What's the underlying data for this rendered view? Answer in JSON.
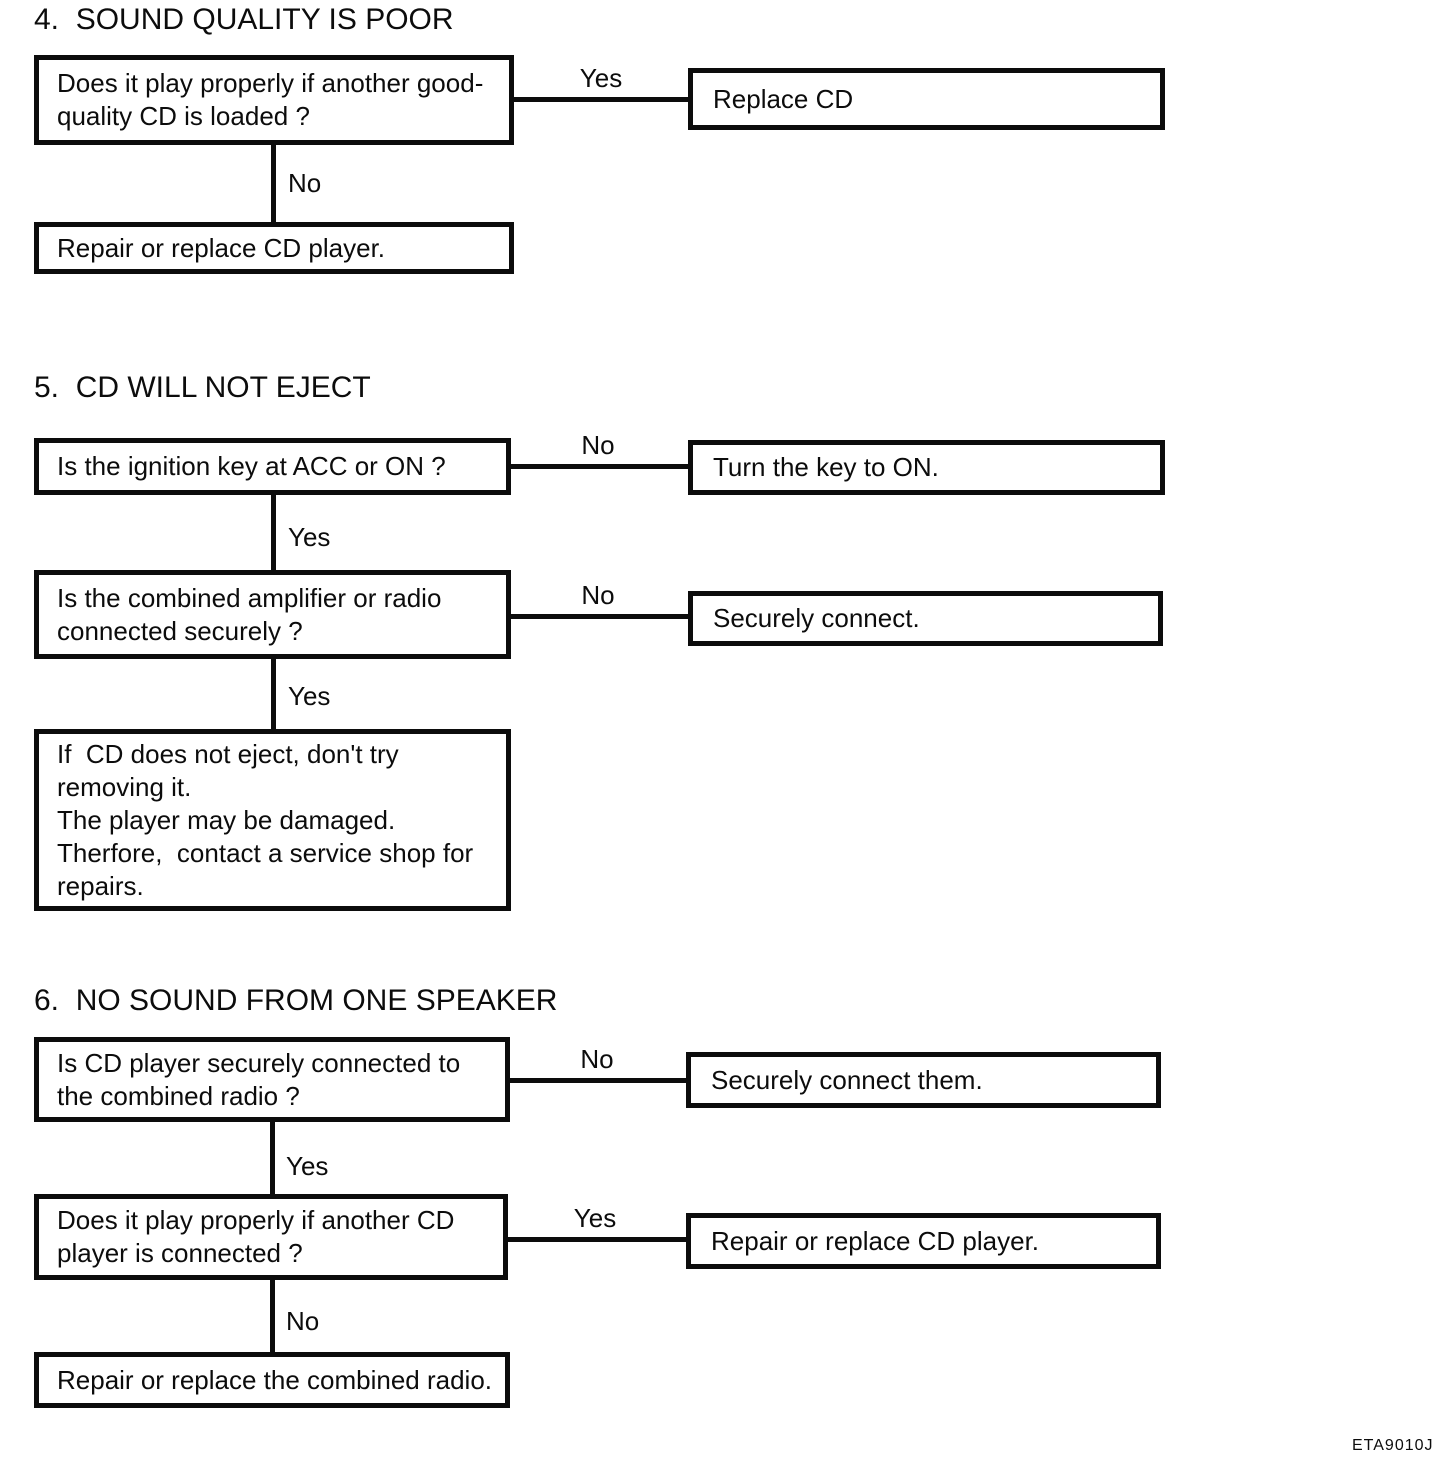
{
  "page_code": "ETA9010J",
  "ink": "#0c0c0c",
  "paper": "#ffffff",
  "sections": [
    {
      "title": "4.  SOUND QUALITY IS POOR",
      "question": "Does it play properly if another good-\nquality CD is loaded ?",
      "branch_label": "Yes",
      "branch_result": "Replace CD",
      "down_label": "No",
      "down_result": "Repair or replace CD player."
    },
    {
      "title": "5.  CD WILL NOT EJECT",
      "q1": "Is the ignition key at ACC or ON ?",
      "q1_branch_label": "No",
      "q1_branch_result": "Turn the key to ON.",
      "q1_down_label": "Yes",
      "q2": "Is the combined amplifier or radio\nconnected securely ?",
      "q2_branch_label": "No",
      "q2_branch_result": "Securely connect.",
      "q2_down_label": "Yes",
      "final": "If  CD does not eject, don't try\nremoving it.\nThe player may be damaged.\nTherfore,  contact a service shop for\nrepairs."
    },
    {
      "title": "6.  NO SOUND FROM ONE SPEAKER",
      "q1": "Is CD player securely connected to\nthe combined radio ?",
      "q1_branch_label": "No",
      "q1_branch_result": "Securely connect them.",
      "q1_down_label": "Yes",
      "q2": "Does it play properly if another CD\nplayer is connected ?",
      "q2_branch_label": "Yes",
      "q2_branch_result": "Repair or replace CD player.",
      "q2_down_label": "No",
      "final": "Repair or replace the combined radio."
    }
  ]
}
